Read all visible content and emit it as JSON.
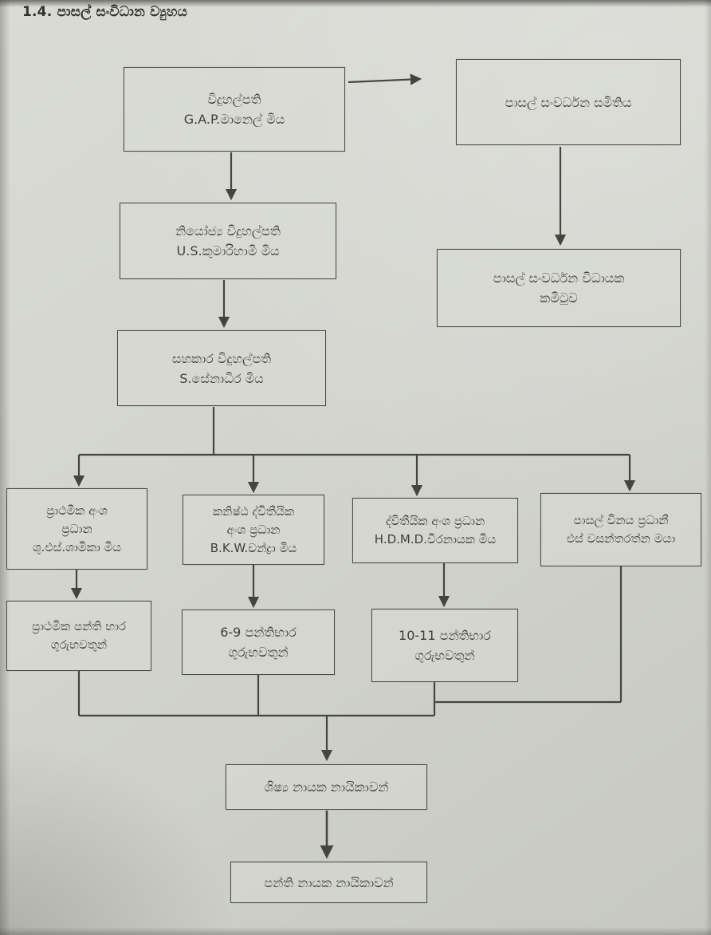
{
  "page": {
    "title": "1.4. පාසල් සංවිධාන ව්‍යුහය"
  },
  "colors": {
    "paper": "#d3d4ce",
    "ink": "#413f37",
    "line": "#45453f"
  },
  "org_chart": {
    "principal": {
      "line1": "විදුහල්පති",
      "line2": "G.A.P.මානෙල් මිය"
    },
    "dev_society": {
      "line1": "පාසල් සංවර්ධන සමිතිය"
    },
    "deputy_principal": {
      "line1": "නියෝජ්‍ය විදුහල්පති",
      "line2": "U.S.කුමාරිහාමි මිය"
    },
    "dev_exec_committee": {
      "line1": "පාසල් සංවර්ධන විධායක",
      "line2": "කමිටුව"
    },
    "assistant_principal": {
      "line1": "සහකාර විදුහල්පති",
      "line2": "S.සේනාධිර මිය"
    },
    "primary_section_head": {
      "line1": "ප්‍රාථමික අංශ",
      "line2": "ප්‍රධාන",
      "line3": "ශු.එස්.ශාමිකා මිය"
    },
    "junior_secondary_head": {
      "line1": "කනිෂ්ඨ ද්විතීයික",
      "line2": "අංශ ප්‍රධාන",
      "line3": "B.K.W.චන්ද්‍රා මිය"
    },
    "secondary_head": {
      "line1": "ද්විතීයික අංශ ප්‍රධාන",
      "line2": "H.D.M.D.වීරනායක මිය"
    },
    "discipline_head": {
      "line1": "පාසල් විනය ප්‍රධානී",
      "line2": "එස් වසන්තරත්න මයා"
    },
    "primary_class_teachers": {
      "line1": "ප්‍රාථමික පන්ති භාර",
      "line2": "ගුරුභවතුන්"
    },
    "grade_6_9_teachers": {
      "line1": "6-9 පන්තිභාර",
      "line2": "ගුරුභවතුන්"
    },
    "grade_10_11_teachers": {
      "line1": "10-11 පන්තිභාර",
      "line2": "ගුරුභවතුන්"
    },
    "student_prefects": {
      "line1": "ශිෂ්‍ය නායක නායිකාවන්"
    },
    "class_leaders": {
      "line1": "පන්ති නායක නායිකාවන්"
    }
  }
}
